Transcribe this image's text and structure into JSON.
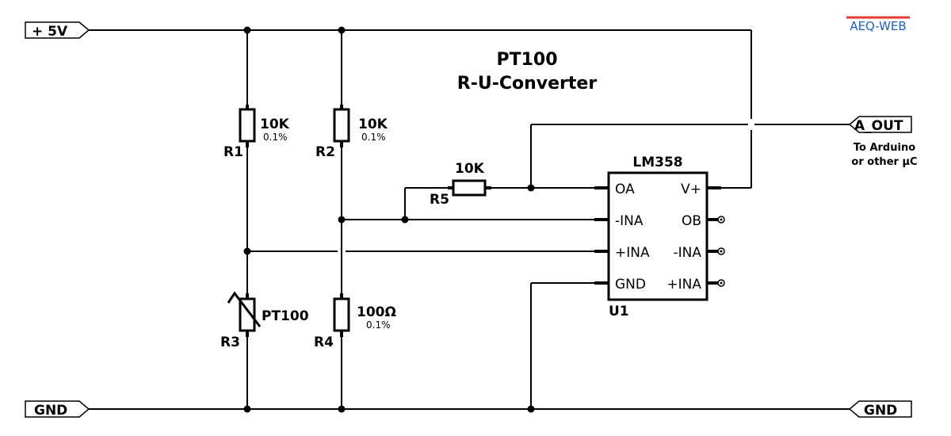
{
  "title": {
    "line1": "PT100",
    "line2": "R-U-Converter"
  },
  "brand": {
    "text": "AEQ-WEB",
    "underline_color": "#e53935",
    "text_color": "#1e63c4"
  },
  "ports": {
    "vcc": "+ 5V",
    "gnd_left": "GND",
    "gnd_right": "GND",
    "a_out": "A_OUT",
    "a_out_note_1": "To Arduino",
    "a_out_note_2": "or other µC"
  },
  "components": {
    "r1": {
      "ref": "R1",
      "value": "10K",
      "tolerance": "0.1%"
    },
    "r2": {
      "ref": "R2",
      "value": "10K",
      "tolerance": "0.1%"
    },
    "r3": {
      "ref": "R3",
      "value": "PT100"
    },
    "r4": {
      "ref": "R4",
      "value": "100Ω",
      "tolerance": "0.1%"
    },
    "r5": {
      "ref": "R5",
      "value": "10K"
    },
    "u1": {
      "ref": "U1",
      "part": "LM358",
      "left_pins": [
        "OA",
        "-INA",
        "+INA",
        "GND"
      ],
      "right_pins": [
        "V+",
        "OB",
        "-INA",
        "+INA"
      ]
    }
  }
}
